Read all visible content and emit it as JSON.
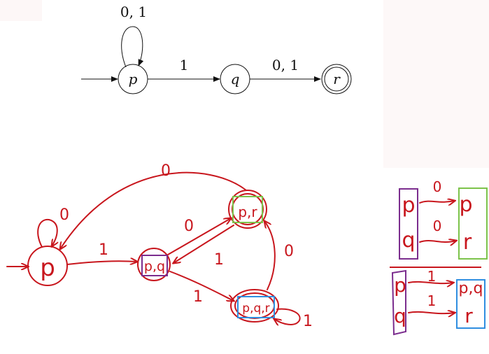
{
  "colors": {
    "ink_red": "#c8161d",
    "box_green": "#7cc34a",
    "box_purple": "#7b2d8e",
    "box_blue": "#2f8ee0",
    "divider": "#c8161d",
    "text_black": "#111111"
  },
  "nfa": {
    "states": [
      "p",
      "q",
      "r"
    ],
    "self_loop_label": "0, 1",
    "edge_pq_label": "1",
    "edge_qr_label": "0, 1"
  },
  "dfa": {
    "state_p": "p",
    "state_pq": "p,q",
    "state_pr": "p,r",
    "state_pqr": "p,q,r",
    "loop_p_label": "0",
    "edge_p_pq_label": "1",
    "edge_pq_pr_label": "0",
    "edge_pr_pq_label": "1",
    "edge_pq_pqr_label": "1",
    "edge_pqr_pr_label": "0",
    "edge_pr_p_label": "0",
    "loop_pqr_label": "1"
  },
  "table": {
    "top": {
      "left": [
        "p",
        "q"
      ],
      "labels": [
        "0",
        "0"
      ],
      "right": [
        "p",
        "r"
      ]
    },
    "bottom": {
      "left": [
        "p",
        "q"
      ],
      "labels": [
        "1",
        "1"
      ],
      "right": [
        "p,q",
        "r"
      ]
    }
  }
}
